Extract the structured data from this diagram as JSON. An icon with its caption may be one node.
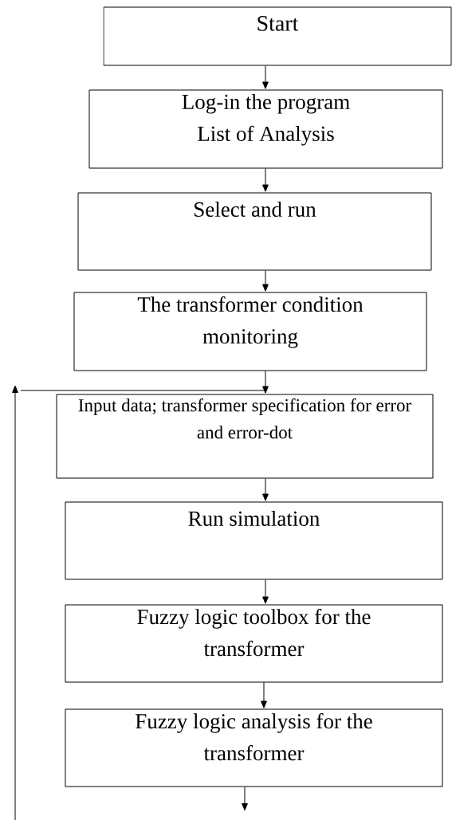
{
  "diagram": {
    "nodes": [
      {
        "text": [
          "Start"
        ]
      },
      {
        "text": [
          "Log-in the program",
          "List of Analysis"
        ]
      },
      {
        "text": [
          "Select and run"
        ]
      },
      {
        "text": [
          "The transformer condition monitoring"
        ]
      },
      {
        "text": [
          "Input data; transformer specification for error and error-dot"
        ]
      },
      {
        "text": [
          "Run simulation"
        ]
      },
      {
        "text": [
          "Fuzzy logic toolbox for the transformer"
        ]
      },
      {
        "text": [
          "Fuzzy logic analysis for the transformer"
        ]
      }
    ],
    "edges": [
      {
        "from": 0,
        "to": 1,
        "arrow": "to"
      },
      {
        "from": 1,
        "to": 2,
        "arrow": "to"
      },
      {
        "from": 2,
        "to": 3,
        "arrow": "to"
      },
      {
        "from": 3,
        "to": 4,
        "arrow": "to"
      },
      {
        "from": 4,
        "to": 5,
        "arrow": "to"
      },
      {
        "from": 5,
        "to": 6,
        "arrow": "to"
      },
      {
        "from": 6,
        "to": 7,
        "arrow": "to"
      },
      {
        "from": 7,
        "to": null,
        "arrow": "to"
      },
      {
        "from": null,
        "to": 4,
        "arrow": "to"
      }
    ]
  }
}
